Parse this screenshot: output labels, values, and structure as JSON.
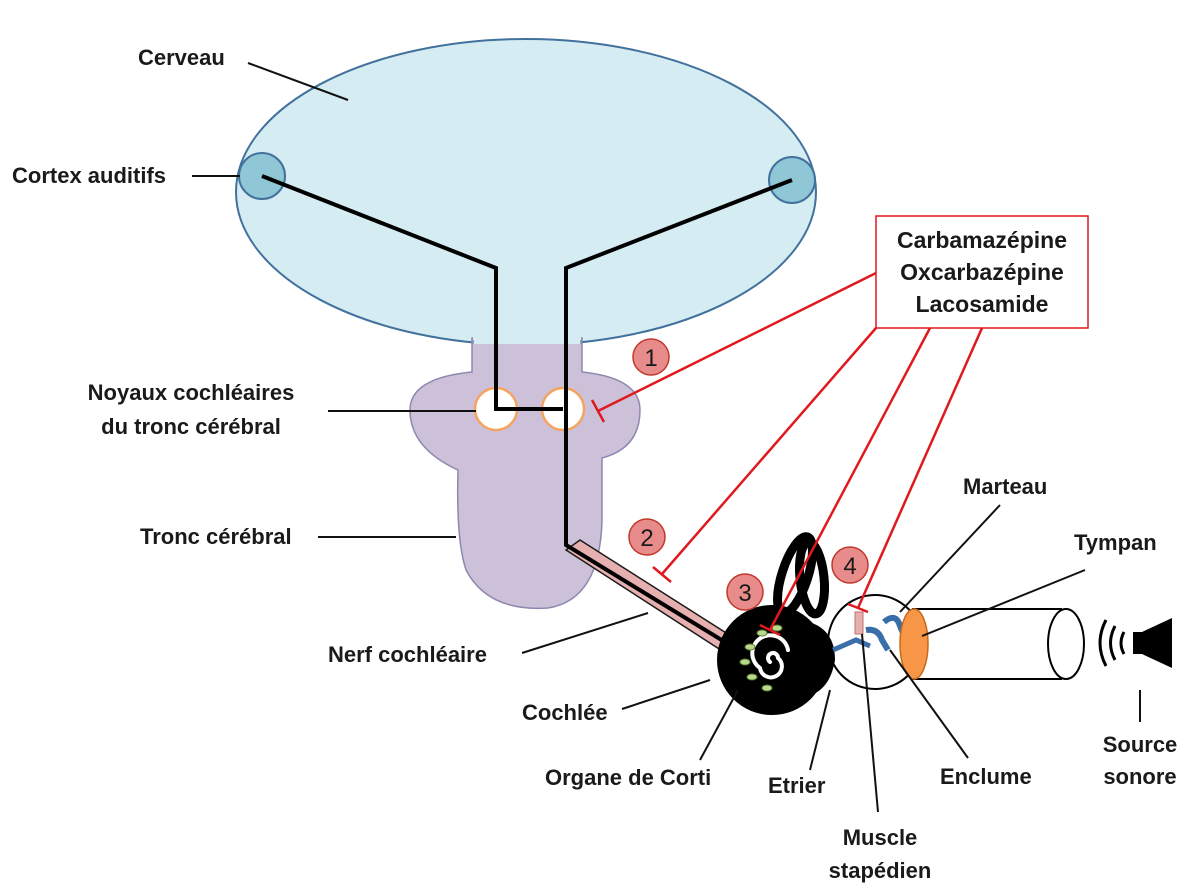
{
  "labels": {
    "cerveau": "Cerveau",
    "cortex": "Cortex auditifs",
    "noyaux_line1": "Noyaux cochléaires",
    "noyaux_line2": "du tronc cérébral",
    "tronc": "Tronc cérébral",
    "nerf": "Nerf cochléaire",
    "cochlee": "Cochlée",
    "organe": "Organe de Corti",
    "etrier": "Etrier",
    "muscle_line1": "Muscle",
    "muscle_line2": "stapédien",
    "enclume": "Enclume",
    "marteau": "Marteau",
    "tympan": "Tympan",
    "source_line1": "Source",
    "source_line2": "sonore"
  },
  "drugs": [
    "Carbamazépine",
    "Oxcarbazépine",
    "Lacosamide"
  ],
  "sites": [
    "1",
    "2",
    "3",
    "4"
  ],
  "colors": {
    "brain_fill": "#d6ecf3",
    "brain_stroke": "#41719c",
    "cortex_fill": "#8fc7d6",
    "brainstem_fill": "#ccc1d9",
    "brainstem_stroke": "#8e87b0",
    "nucleus_stroke": "#f4a460",
    "nerve_fill": "#e6b0b0",
    "inhibition": "#e0191e",
    "badge_fill": "#e88b8b",
    "tympan_fill": "#f79646",
    "ossicle": "#3a6ea8"
  },
  "icons": [
    "speaker-icon",
    "sound-waves-icon"
  ]
}
